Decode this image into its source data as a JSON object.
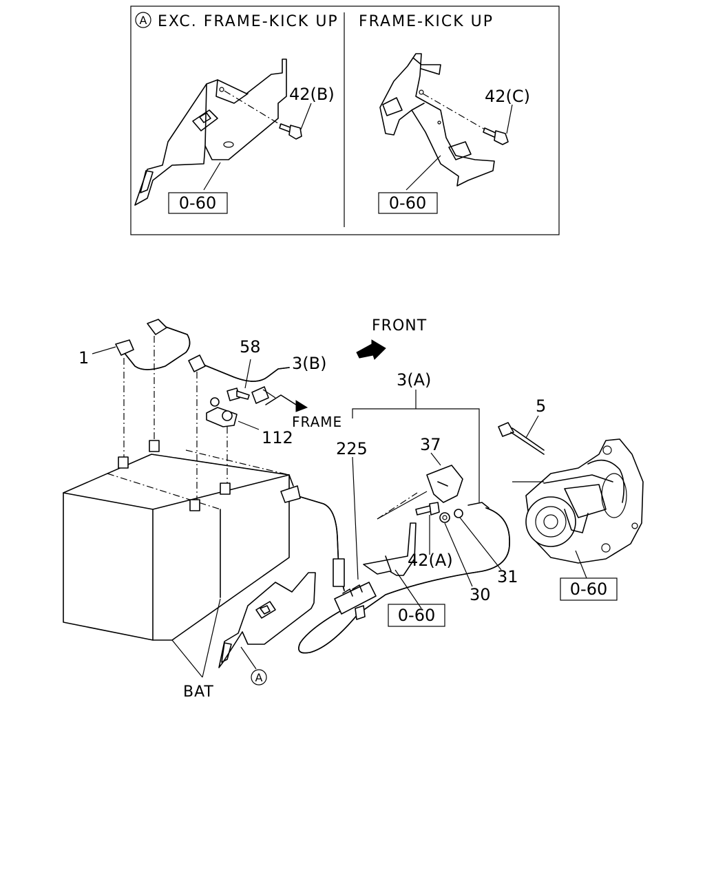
{
  "inset": {
    "left_marker": "A",
    "left_title": "EXC. FRAME-KICK UP",
    "right_title": "FRAME-KICK UP",
    "left_bolt_label": "42(B)",
    "right_bolt_label": "42(C)",
    "left_ref_box": "0-60",
    "right_ref_box": "0-60"
  },
  "main": {
    "front_label": "FRONT",
    "frame_label": "FRAME",
    "bat_label": "BAT",
    "detail_marker": "A",
    "callouts": {
      "c1": "1",
      "c58": "58",
      "c3b": "3(B)",
      "c3a": "3(A)",
      "c112": "112",
      "c225": "225",
      "c37": "37",
      "c5": "5",
      "c42a": "42(A)",
      "c30": "30",
      "c31": "31"
    },
    "ref_box_center": "0-60",
    "ref_box_starter": "0-60"
  }
}
